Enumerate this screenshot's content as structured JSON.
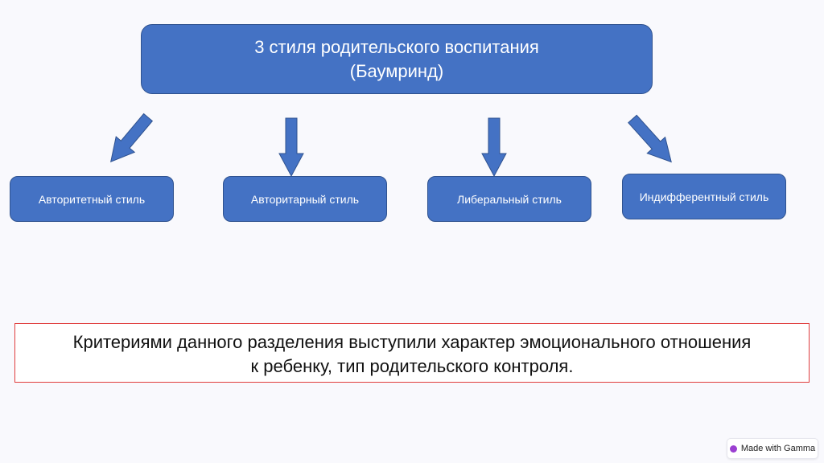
{
  "title": {
    "line1": "3 стиля родительского воспитания",
    "line2": "(Баумринд)"
  },
  "styles": [
    {
      "label": "Авторитетный стиль"
    },
    {
      "label": "Авторитарный стиль"
    },
    {
      "label": "Либеральный стиль"
    },
    {
      "label": "Индифферентный стиль"
    }
  ],
  "criteria": {
    "line1": "Критериями  данного разделения выступили характер эмоционального отношения",
    "line2": "к ребенку, тип родительского контроля."
  },
  "badge": {
    "label": "Made with Gamma"
  },
  "colors": {
    "box": "#4472c4",
    "border": "#2f528f",
    "criteria_border": "#e03c3c"
  }
}
